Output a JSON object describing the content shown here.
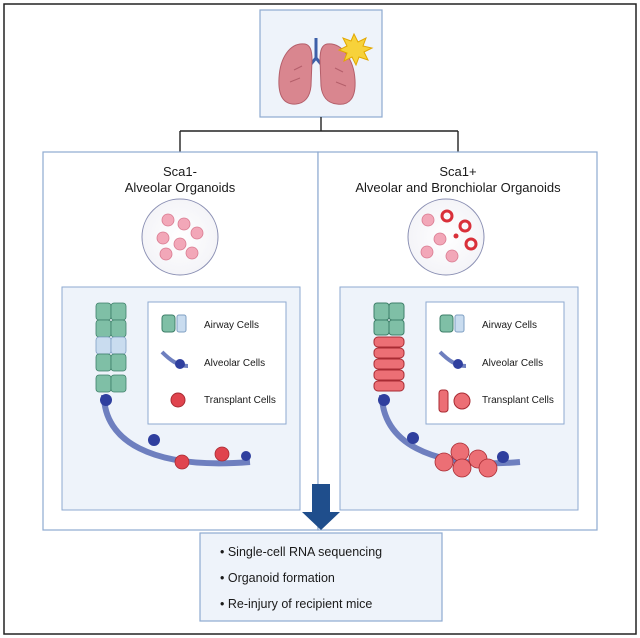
{
  "panels": {
    "left": {
      "title_line1": "Sca1-",
      "title_line2": "Alveolar Organoids",
      "legend": [
        "Airway Cells",
        "Alveolar Cells",
        "Transplant Cells"
      ]
    },
    "right": {
      "title_line1": "Sca1+",
      "title_line2": "Alveolar and Bronchiolar Organoids",
      "legend": [
        "Airway Cells",
        "Alveolar Cells",
        "Transplant Cells"
      ]
    }
  },
  "outcomes": [
    "• Single-cell RNA sequencing",
    "• Organoid formation",
    "• Re-injury of recipient mice"
  ],
  "colors": {
    "panel_border": "#8eaad0",
    "panel_fill": "#eef3fa",
    "airway": "#7fbfa6",
    "alveolar": "#2f3f9e",
    "transplant": "#e0444e",
    "organoid": "#f2a7b8",
    "lung": "#d9868f",
    "injury": "#f7d23a",
    "arrow": "#1f4e8c"
  },
  "icons": [
    "lung-icon",
    "injury-star-icon",
    "down-arrow-icon"
  ]
}
